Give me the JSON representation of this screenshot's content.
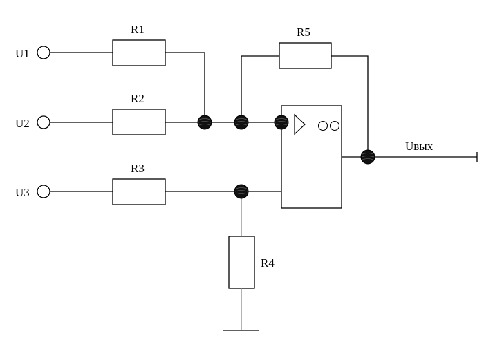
{
  "labels": {
    "u1": "U1",
    "u2": "U2",
    "u3": "U3",
    "r1": "R1",
    "r2": "R2",
    "r3": "R3",
    "r4": "R4",
    "r5": "R5",
    "out": "Uвых"
  },
  "colors": {
    "line": "#000000",
    "ground_branch": "#8a8a8a",
    "junction": "#111111",
    "background": "#ffffff"
  },
  "icons": {
    "opamp_symbol": "triangle-right",
    "opamp_marks": "double-circle"
  }
}
